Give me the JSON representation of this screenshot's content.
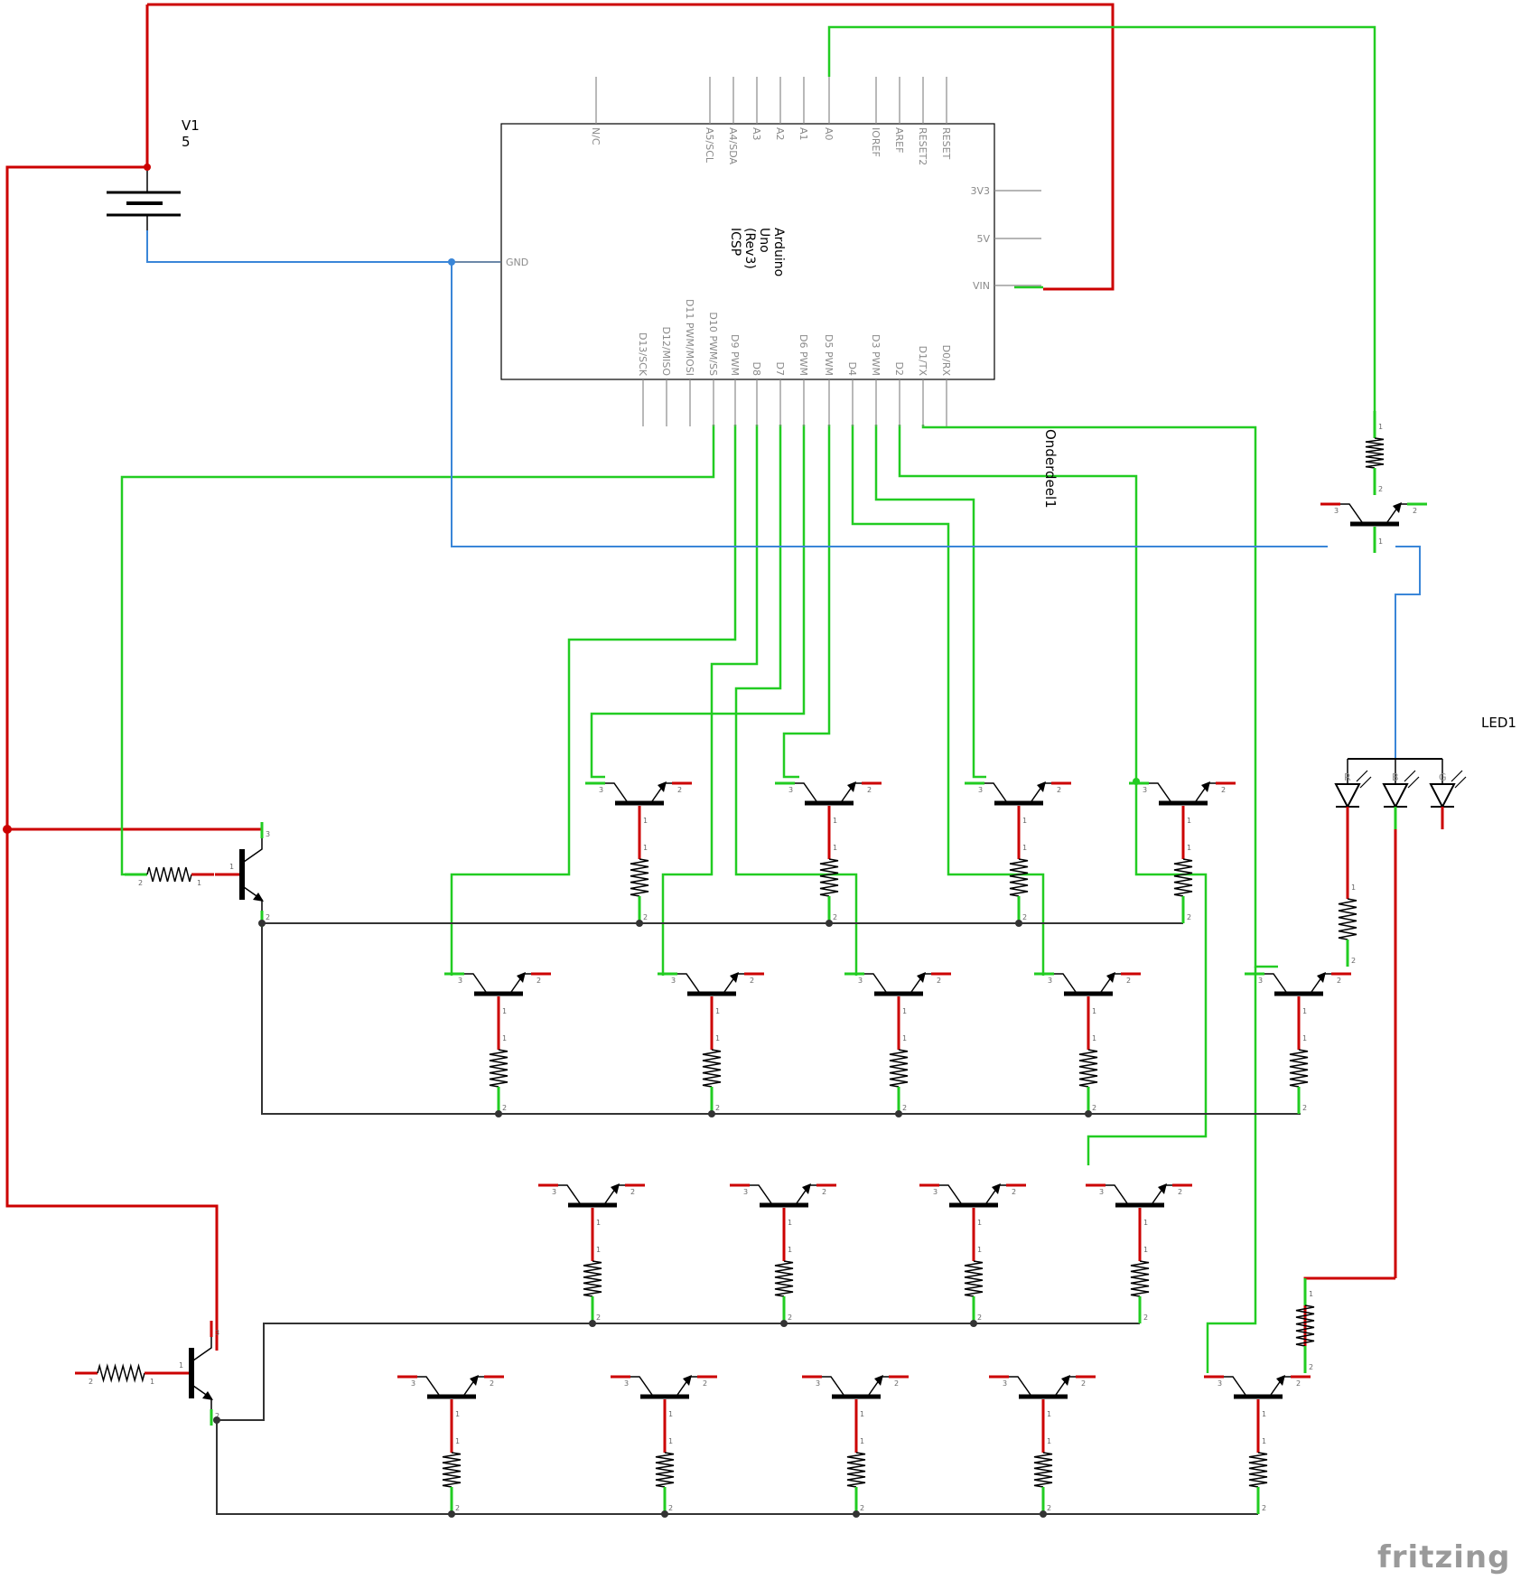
{
  "source": {
    "label": "V1",
    "value": "5"
  },
  "board": {
    "title_lines": [
      "Arduino",
      "Uno",
      "(Rev3)",
      "ICSP"
    ],
    "top_pins": [
      "N/C",
      "A5/SCL",
      "A4/SDA",
      "A3",
      "A2",
      "A1",
      "A0",
      "IOREF",
      "AREF",
      "RESET2",
      "RESET"
    ],
    "right_pins": [
      "3V3",
      "5V",
      "VIN"
    ],
    "left_pins": [
      "GND"
    ],
    "bottom_pins": [
      "D13/SCK",
      "D12/MISO",
      "D11 PWM/MOSI",
      "D10 PWM/SS",
      "D9 PWM",
      "D8",
      "D7",
      "D6 PWM",
      "D5 PWM",
      "D4",
      "D3 PWM",
      "D2",
      "D1/TX",
      "D0/RX"
    ],
    "part_label": "Onderdeel1"
  },
  "led": {
    "label": "LED1",
    "channels": [
      "R",
      "B",
      "G"
    ]
  },
  "pin_numbers": {
    "one": "1",
    "two": "2",
    "three": "3"
  },
  "colors": {
    "power_wire": "#cc0000",
    "signal_wire": "#22cc22",
    "ground_wire": "#3a86d8",
    "bus_wire": "#333333",
    "component": "#000000",
    "pin_label": "#8a8a8a"
  },
  "watermark": "fritzing"
}
